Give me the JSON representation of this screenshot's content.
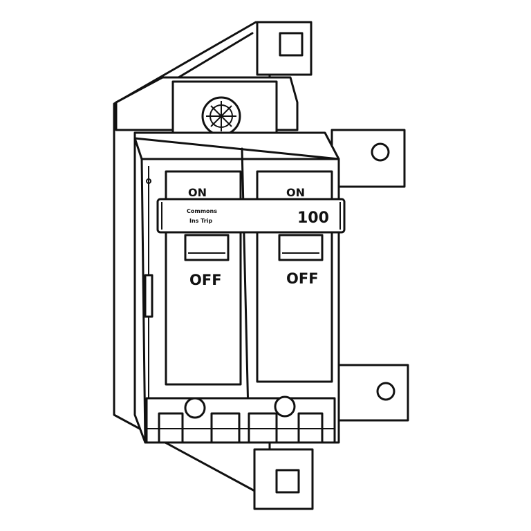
{
  "diagram": {
    "subject": "two-pole circuit breaker mounted on bracket",
    "line_color": "#111111",
    "background": "#ffffff",
    "handle_bar": {
      "brand_line1": "Commons",
      "brand_line2": "Ins Trip",
      "rating": "100"
    },
    "poles": [
      {
        "on_label": "ON",
        "off_label": "OFF"
      },
      {
        "on_label": "ON",
        "off_label": "OFF"
      }
    ]
  }
}
